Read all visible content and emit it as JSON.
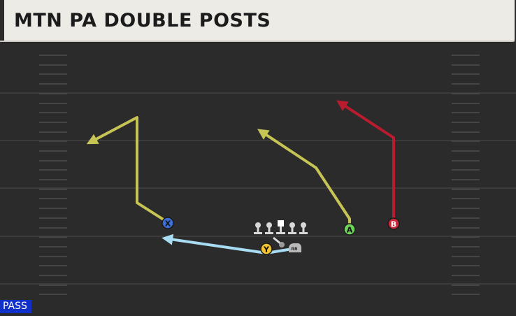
{
  "play": {
    "title": "MTN PA DOUBLE POSTS",
    "type_badge": "PASS"
  },
  "players": [
    {
      "id": "X",
      "label": "X",
      "color": "#3c6fd8"
    },
    {
      "id": "Y",
      "label": "Y",
      "color": "#f2c230"
    },
    {
      "id": "A",
      "label": "A",
      "color": "#6fd35a"
    },
    {
      "id": "B",
      "label": "B",
      "color": "#c8283c"
    },
    {
      "id": "RB",
      "label": "RB",
      "color": "#b9b9b9"
    }
  ],
  "routes": [
    {
      "player": "X",
      "color": "#c6c454"
    },
    {
      "player": "A",
      "color": "#c6c454"
    },
    {
      "player": "B",
      "color": "#b81c2e"
    },
    {
      "player": "Y",
      "color": "#a8dcf2"
    }
  ],
  "colors": {
    "field": "#2b2b2b",
    "yard_line": "#3c3c3c",
    "hash_mark": "#454545",
    "banner": "#ecebe6",
    "badge": "#1030c8"
  }
}
